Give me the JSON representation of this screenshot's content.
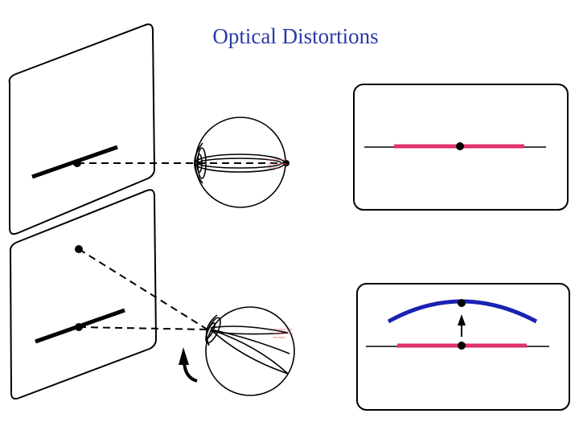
{
  "title": "Optical Distortions",
  "colors": {
    "title": "#2b3aa8",
    "outline": "#000000",
    "undistorted_line": "#e0336b",
    "distorted_arc": "#1a22b3",
    "eye_note": "#e06060"
  },
  "eye_notes": {
    "line_1": "the optics of the",
    "line_2": "eye project onto",
    "line_3": "the retina"
  },
  "icons": [
    "eye-icon",
    "rotation-arrow-icon",
    "upward-arrow-icon",
    "fixation-point-icon"
  ]
}
